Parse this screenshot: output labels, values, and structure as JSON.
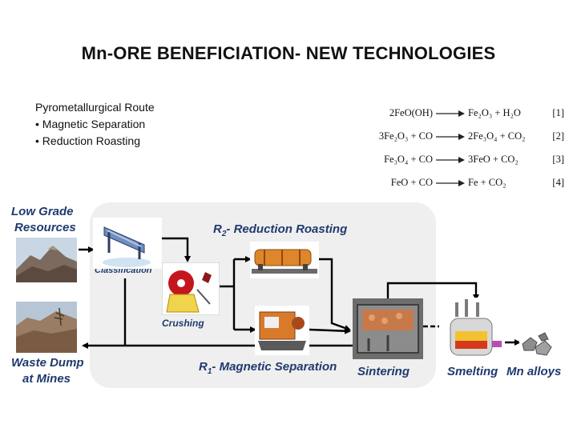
{
  "title": "Mn-ORE BENEFICIATION- NEW TECHNOLOGIES",
  "route": {
    "heading": "Pyrometallurgical Route",
    "items": [
      "• Magnetic Separation",
      "• Reduction Roasting"
    ]
  },
  "equations": [
    {
      "lhs": "2FeO(OH)",
      "rhs": "Fe₂O₃ + H₂O",
      "num": "[1]"
    },
    {
      "lhs": "3Fe₂O₃ + CO",
      "rhs": "2Fe₃O₄ + CO₂",
      "num": "[2]"
    },
    {
      "lhs": "Fe₃O₄ + CO",
      "rhs": "3FeO + CO₂",
      "num": "[3]"
    },
    {
      "lhs": "FeO + CO",
      "rhs": "Fe + CO₂",
      "num": "[4]"
    }
  ],
  "flow": {
    "low_grade": [
      "Low  Grade",
      "Resources"
    ],
    "classification": "Classification",
    "crushing": "Crushing",
    "r2_prefix": "R",
    "r2_sub": "2",
    "r2_text": "- Reduction Roasting",
    "r1_prefix": "R",
    "r1_sub": "1",
    "r1_text": "- Magnetic Separation",
    "sintering": "Sintering",
    "smelting": "Smelting",
    "mn_alloys": "Mn alloys",
    "waste_dump": [
      "Waste Dump",
      "at Mines"
    ]
  }
}
